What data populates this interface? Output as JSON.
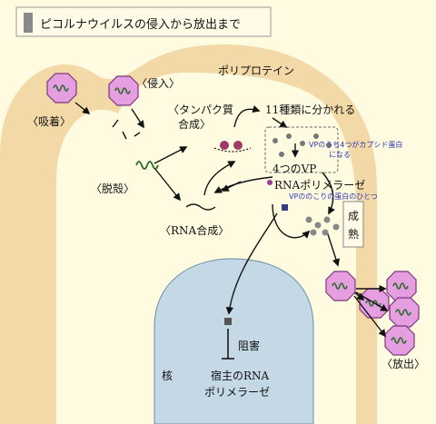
{
  "title": "ピコルナウイルスの侵入から放出まで",
  "labels": {
    "adsorption": "〈吸着〉",
    "entry": "〈侵入〉",
    "uncoating": "〈脱殻〉",
    "protein_synthesis_line1": "〈タンパク質",
    "protein_synthesis_line2": "合成〉",
    "polyprotein": "ポリプロテイン",
    "cleavage": "11種類に分かれる",
    "four_vp": "4つのVP",
    "rna_polymerase": "RNAポリメラーゼ",
    "rna_synthesis": "〈RNA合成〉",
    "maturation_1": "成",
    "maturation_2": "熟",
    "release": "〈放出〉",
    "inhibition": "阻害",
    "nucleus": "核",
    "host_rna_pol_line1": "宿主のRNA",
    "host_rna_pol_line2": "ポリメラーゼ"
  },
  "annotations": {
    "vp_capsid_line1": "VPのうち4つがカプシド蛋白",
    "vp_capsid_line2": "になる",
    "vp_rest": "VPののこりの蛋白のひとつ"
  },
  "colors": {
    "background": "#fffbe0",
    "cell": "#f2d9a7",
    "cytoplasm": "#fffbe0",
    "nucleus": "#c5d8e6",
    "virus": "#e59ee0",
    "annotation_text": "#2b33b5",
    "title_box": "#fffbe6",
    "title_tab": "#8a8a8a"
  }
}
